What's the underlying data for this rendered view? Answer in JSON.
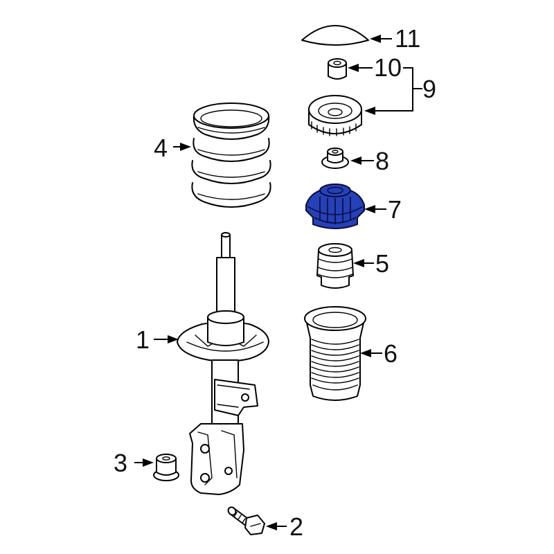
{
  "callouts": {
    "c1": "1",
    "c2": "2",
    "c3": "3",
    "c4": "4",
    "c5": "5",
    "c6": "6",
    "c7": "7",
    "c8": "8",
    "c9": "9",
    "c10": "10",
    "c11": "11"
  },
  "colors": {
    "highlight": "#2541b8",
    "line": "#000000",
    "background": "#ffffff"
  }
}
